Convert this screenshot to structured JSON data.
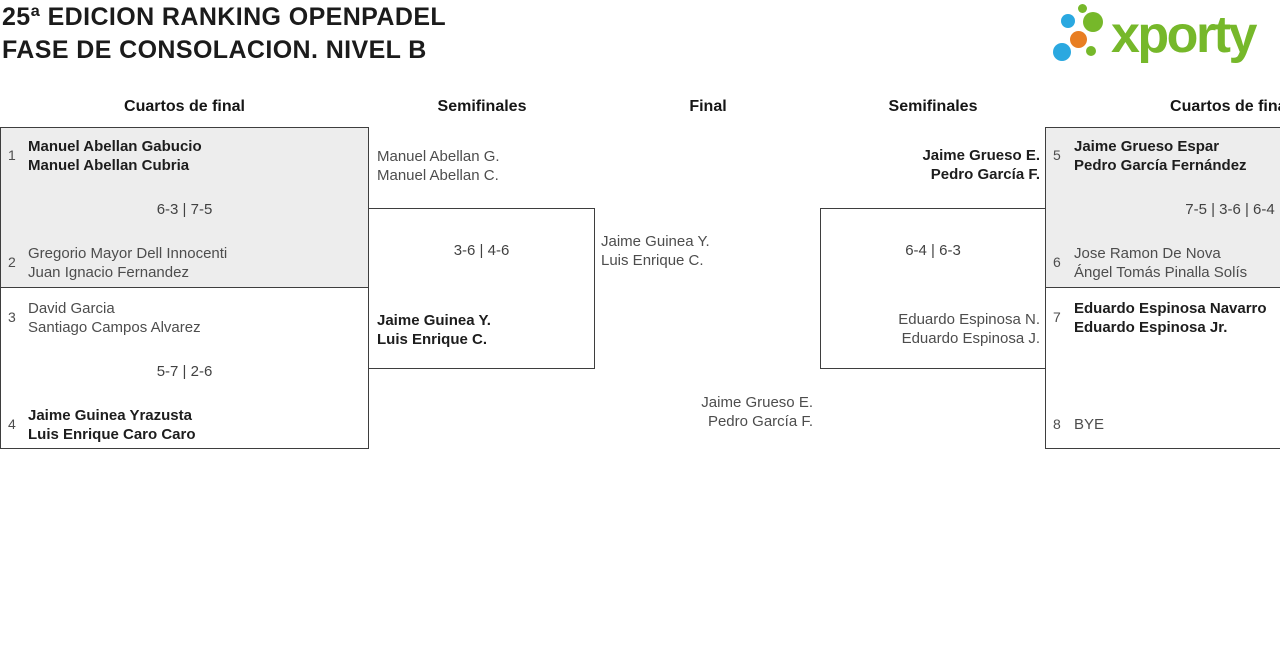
{
  "title": {
    "line1": "25ª EDICION RANKING OPENPADEL",
    "line2": "FASE DE CONSOLACION. NIVEL B"
  },
  "logo": {
    "text": "xporty",
    "green": "#76b82a",
    "blue": "#2aa8e0",
    "orange": "#e87e22"
  },
  "round_headers": {
    "left_quarterfinals": "Cuartos de final",
    "left_semifinals": "Semifinales",
    "final": "Final",
    "right_semifinals": "Semifinales",
    "right_quarterfinals": "Cuartos de final"
  },
  "matches": {
    "qf_left_top": {
      "seed_a": "1",
      "team_a": [
        "Manuel Abellan Gabucio",
        "Manuel Abellan Cubria"
      ],
      "score": "6-3 | 7-5",
      "seed_b": "2",
      "team_b": [
        "Gregorio Mayor Dell Innocenti",
        "Juan Ignacio Fernandez"
      ]
    },
    "qf_left_bottom": {
      "seed_a": "3",
      "team_a": [
        "David Garcia",
        "Santiago Campos Alvarez"
      ],
      "score": "5-7 | 2-6",
      "seed_b": "4",
      "team_b": [
        "Jaime Guinea Yrazusta",
        "Luis Enrique Caro Caro"
      ]
    },
    "sf_left": {
      "team_a": [
        "Manuel Abellan G.",
        "Manuel Abellan C."
      ],
      "score": "3-6 | 4-6",
      "team_b": [
        "Jaime Guinea Y.",
        "Luis Enrique C."
      ]
    },
    "final": {
      "team_a": [
        "Jaime Guinea Y.",
        "Luis Enrique C."
      ],
      "team_b": [
        "Jaime Grueso E.",
        "Pedro García F."
      ]
    },
    "sf_right": {
      "team_a": [
        "Jaime Grueso E.",
        "Pedro García F."
      ],
      "score": "6-4 | 6-3",
      "team_b": [
        "Eduardo Espinosa N.",
        "Eduardo Espinosa J."
      ]
    },
    "qf_right_top": {
      "seed_a": "5",
      "team_a": [
        "Jaime Grueso Espar",
        "Pedro García Fernández"
      ],
      "score": "7-5 | 3-6 | 6-4",
      "seed_b": "6",
      "team_b": [
        "Jose Ramon De Nova",
        "Ángel Tomás Pinalla Solís"
      ]
    },
    "qf_right_bottom": {
      "seed_a": "7",
      "team_a": [
        "Eduardo Espinosa Navarro",
        "Eduardo Espinosa Jr."
      ],
      "seed_b": "8",
      "team_b": [
        "BYE"
      ]
    }
  }
}
